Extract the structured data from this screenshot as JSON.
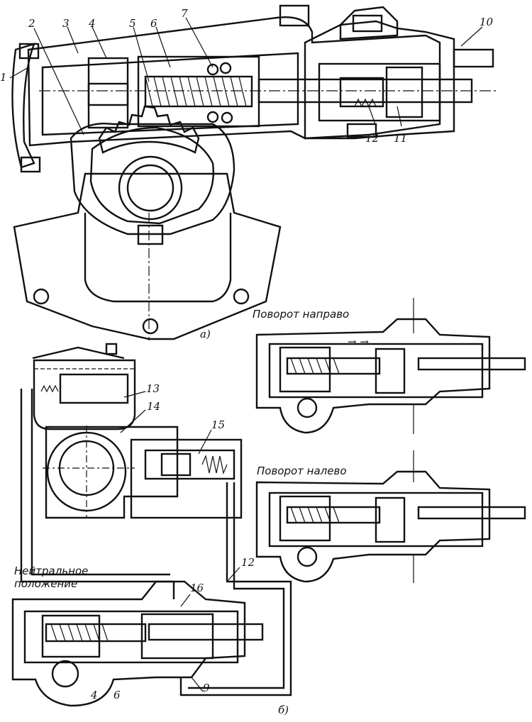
{
  "figure_a": {
    "label": "а)",
    "callouts": [
      "1",
      "2",
      "3",
      "4",
      "5",
      "6",
      "7",
      "10",
      "12",
      "11"
    ]
  },
  "figure_b": {
    "label": "б)",
    "callouts": [
      "13",
      "14",
      "15",
      "16",
      "12",
      "4",
      "6",
      "9"
    ],
    "neutral_caption_line1": "Нейтральное",
    "neutral_caption_line2": "положение"
  },
  "insets": {
    "right_turn": "Поворот направо",
    "left_turn": "Поворот налево"
  }
}
